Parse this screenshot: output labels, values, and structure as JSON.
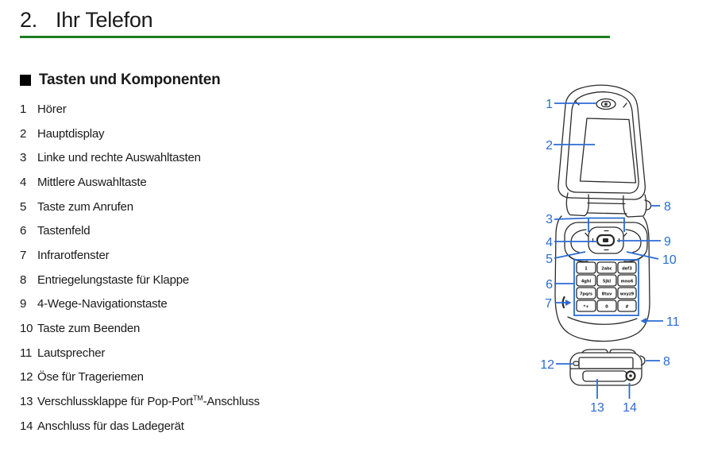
{
  "page": {
    "chapter_number": "2.",
    "chapter_title": "Ihr Telefon",
    "section_title": "Tasten und Komponenten"
  },
  "components": [
    {
      "num": "1",
      "label": "Hörer"
    },
    {
      "num": "2",
      "label": "Hauptdisplay"
    },
    {
      "num": "3",
      "label": "Linke und rechte Auswahltasten"
    },
    {
      "num": "4",
      "label": "Mittlere Auswahltaste"
    },
    {
      "num": "5",
      "label": "Taste zum Anrufen"
    },
    {
      "num": "6",
      "label": "Tastenfeld"
    },
    {
      "num": "7",
      "label": "Infrarotfenster"
    },
    {
      "num": "8",
      "label": "Entriegelungstaste für Klappe"
    },
    {
      "num": "9",
      "label": "4-Wege-Navigationstaste"
    },
    {
      "num": "10",
      "label": "Taste zum Beenden"
    },
    {
      "num": "11",
      "label": "Lautsprecher"
    },
    {
      "num": "12",
      "label": "Öse für Trageriemen"
    },
    {
      "num": "13",
      "label": "Verschlussklappe für Pop-Port",
      "sup": "TM",
      "label_after": "-Anschluss"
    },
    {
      "num": "14",
      "label": "Anschluss für das Ladegerät"
    }
  ],
  "figure": {
    "callouts": {
      "c1": "1",
      "c2": "2",
      "c3": "3",
      "c4": "4",
      "c5": "5",
      "c6": "6",
      "c7": "7",
      "c8": "8",
      "c9": "9",
      "c10": "10",
      "c11": "11",
      "c12": "12",
      "c8b": "8",
      "c13": "13",
      "c14": "14"
    },
    "keypad_keys": [
      "1",
      "2abc",
      "def3",
      "4ghi",
      "5jkl",
      "mno6",
      "7pqrs",
      "8tuv",
      "wxyz9",
      "*+",
      "0",
      "#"
    ],
    "colors": {
      "callout_blue": "#2b6cd4",
      "rule_green": "#1e7d1f",
      "text_black": "#1a1a1a"
    }
  }
}
